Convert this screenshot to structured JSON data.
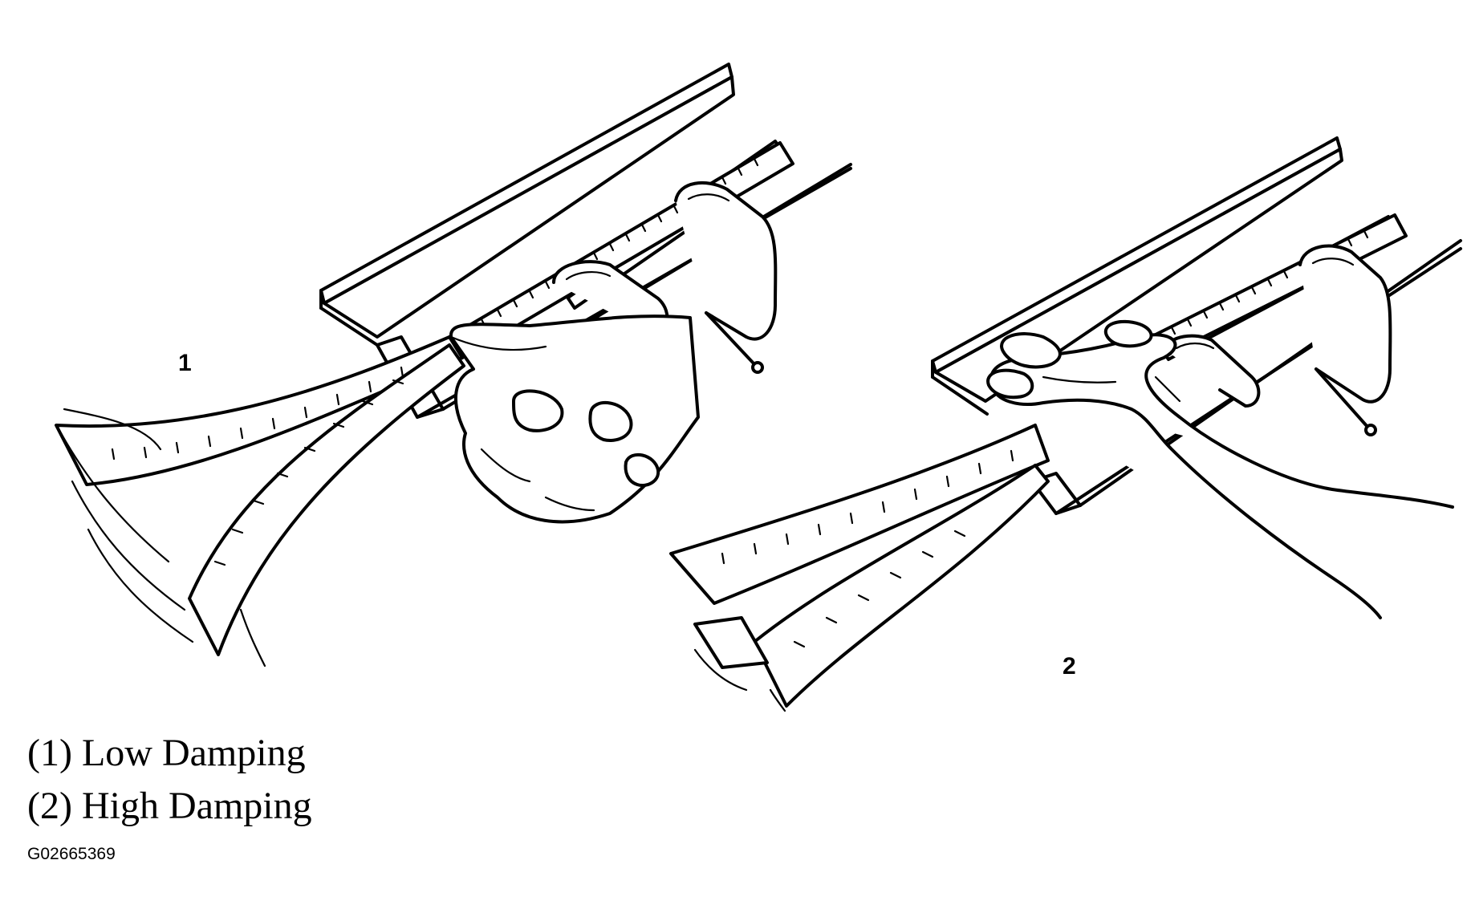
{
  "callouts": {
    "one": "1",
    "two": "2"
  },
  "legend": [
    {
      "text": "(1) Low Damping"
    },
    {
      "text": "(2) High Damping"
    }
  ],
  "figure_id": "G02665369",
  "colors": {
    "ink": "#000000",
    "background": "#ffffff"
  }
}
